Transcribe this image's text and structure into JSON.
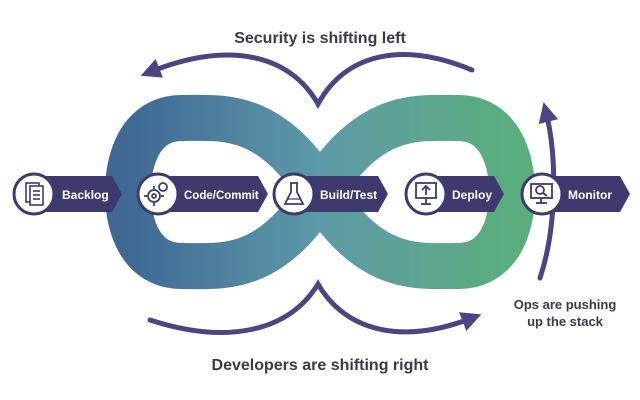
{
  "captions": {
    "top": "Security is shifting left",
    "bottom": "Developers are shifting right",
    "right_line1": "Ops are pushing",
    "right_line2": "up the stack"
  },
  "colors": {
    "loop_left": "#3f6894",
    "loop_mid": "#5e9aa8",
    "loop_right": "#5aae7d",
    "label_fill": "#3d3a6e",
    "arrow": "#4b4682",
    "text": "#3a3a4a"
  },
  "stages": [
    {
      "label": "Backlog",
      "icon": "server-stack-icon"
    },
    {
      "label": "Code/Commit",
      "icon": "gears-icon"
    },
    {
      "label": "Build/Test",
      "icon": "flask-icon"
    },
    {
      "label": "Deploy",
      "icon": "upload-monitor-icon"
    },
    {
      "label": "Monitor",
      "icon": "monitor-magnifier-icon"
    }
  ]
}
